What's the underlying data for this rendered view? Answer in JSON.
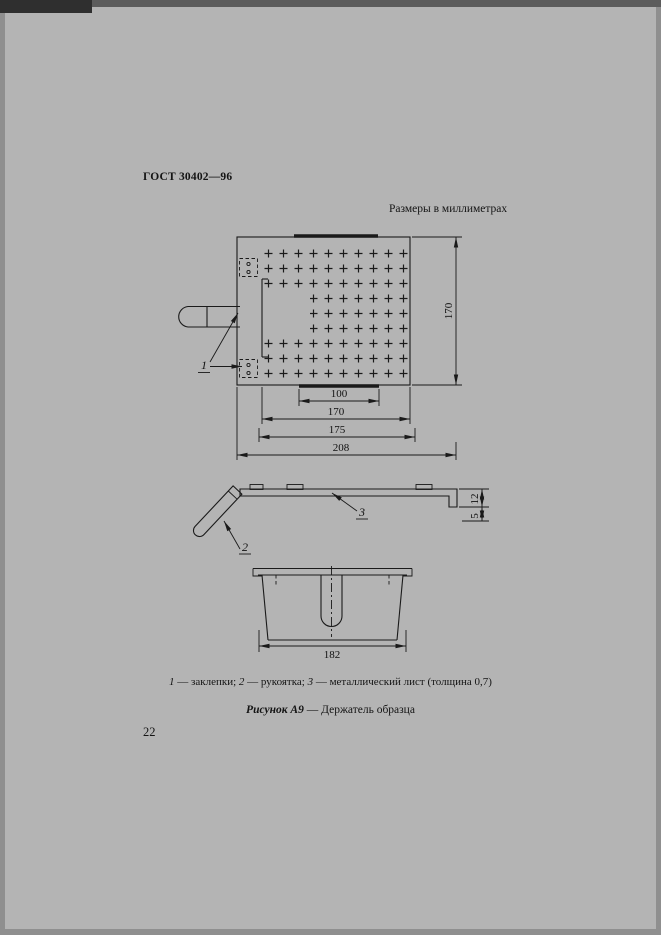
{
  "document": {
    "header": "ГОСТ 30402—96",
    "units_note": "Размеры в миллиметрах",
    "page_number": "22"
  },
  "figure": {
    "caption_label": "Рисунок А9",
    "caption_title": "— Держатель образца",
    "legend_parts": [
      {
        "n": "1",
        "t": " — заклепки; "
      },
      {
        "n": "2",
        "t": " — рукоятка; "
      },
      {
        "n": "3",
        "t": " — металлический лист (толщина 0,7)"
      }
    ],
    "leaders": {
      "rivets": "1",
      "handle": "2",
      "sheet": "3"
    },
    "dimensions": {
      "plate_height": "170",
      "slot_width": "100",
      "plate_width": "170",
      "frame_width": "175",
      "overall_width": "208",
      "edge_height": "12",
      "lip_height": "5",
      "base_width": "182"
    }
  }
}
